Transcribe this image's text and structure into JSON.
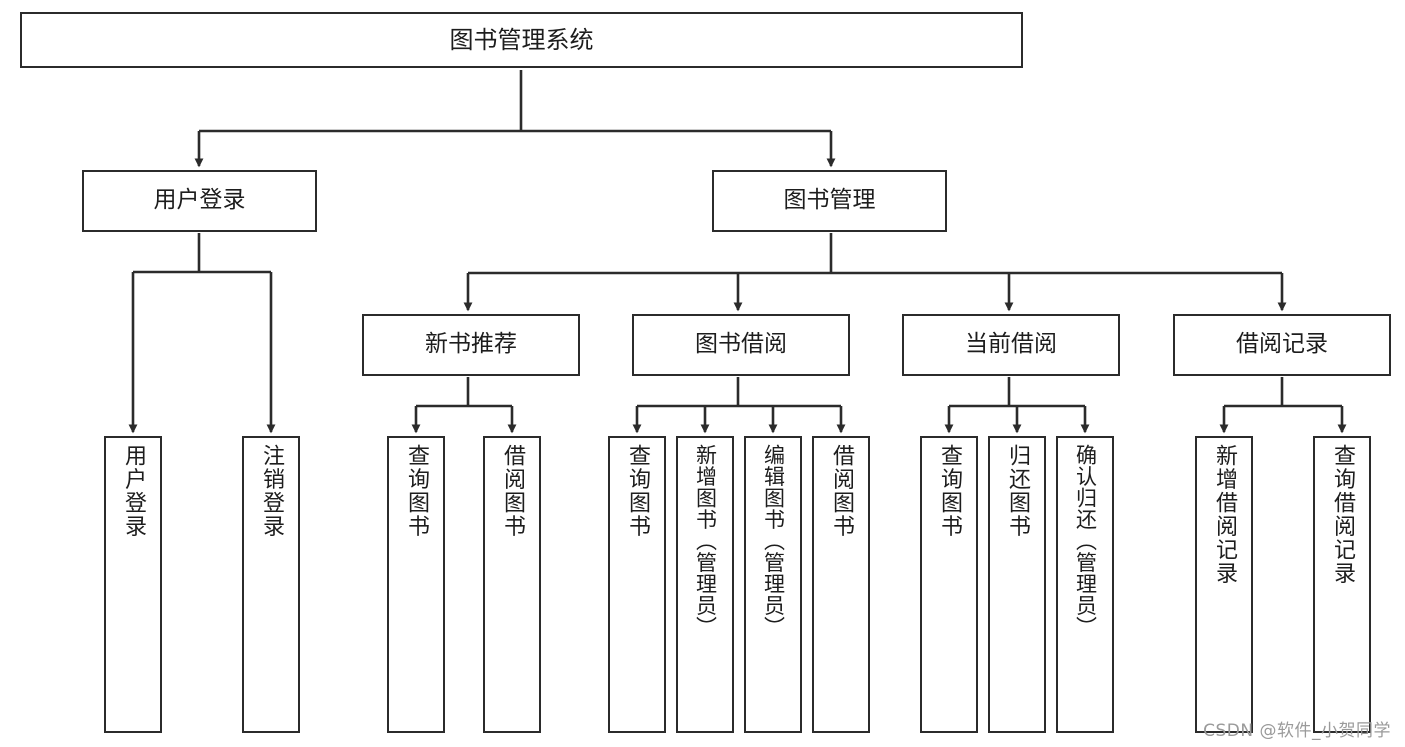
{
  "diagram": {
    "title": "图书管理系统",
    "type": "tree-hierarchy-chart",
    "accent_color": "#2b2b2b",
    "background_color": "#ffffff",
    "root": {
      "id": "root",
      "label": "图书管理系统"
    },
    "level2": [
      {
        "id": "user-login",
        "label": "用户登录"
      },
      {
        "id": "book-manage",
        "label": "图书管理"
      }
    ],
    "level3": [
      {
        "id": "new-book-rec",
        "label": "新书推荐"
      },
      {
        "id": "book-borrow",
        "label": "图书借阅"
      },
      {
        "id": "current-borrow",
        "label": "当前借阅"
      },
      {
        "id": "borrow-record",
        "label": "借阅记录"
      }
    ],
    "leaves": {
      "user_login": [
        {
          "id": "leaf-user-login",
          "label": "用户登录"
        },
        {
          "id": "leaf-logout-login",
          "label": "注销登录"
        }
      ],
      "new_book_rec": [
        {
          "id": "leaf-query-book-1",
          "label": "查询图书"
        },
        {
          "id": "leaf-borrow-book-1",
          "label": "借阅图书"
        }
      ],
      "book_borrow": [
        {
          "id": "leaf-query-book-2",
          "label": "查询图书"
        },
        {
          "id": "leaf-add-book",
          "label": "新增图书（管理员）"
        },
        {
          "id": "leaf-edit-book",
          "label": "编辑图书（管理员）"
        },
        {
          "id": "leaf-borrow-book-2",
          "label": "借阅图书"
        }
      ],
      "current_borrow": [
        {
          "id": "leaf-query-book-3",
          "label": "查询图书"
        },
        {
          "id": "leaf-return-book",
          "label": "归还图书"
        },
        {
          "id": "leaf-confirm-return",
          "label": "确认归还（管理员）"
        }
      ],
      "borrow_record": [
        {
          "id": "leaf-add-record",
          "label": "新增借阅记录"
        },
        {
          "id": "leaf-query-record",
          "label": "查询借阅记录"
        }
      ]
    }
  },
  "watermark": {
    "text": "CSDN @软件_小贺同学"
  }
}
